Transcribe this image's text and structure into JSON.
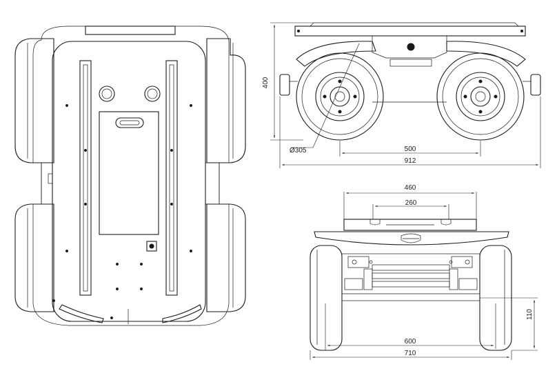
{
  "dimensions": {
    "side_height": "400",
    "wheel_diameter": "Ø305",
    "wheelbase": "500",
    "overall_length": "912",
    "top_width_outer": "460",
    "top_width_inner": "260",
    "track_width": "600",
    "overall_width": "710",
    "ground_clearance": "110"
  }
}
